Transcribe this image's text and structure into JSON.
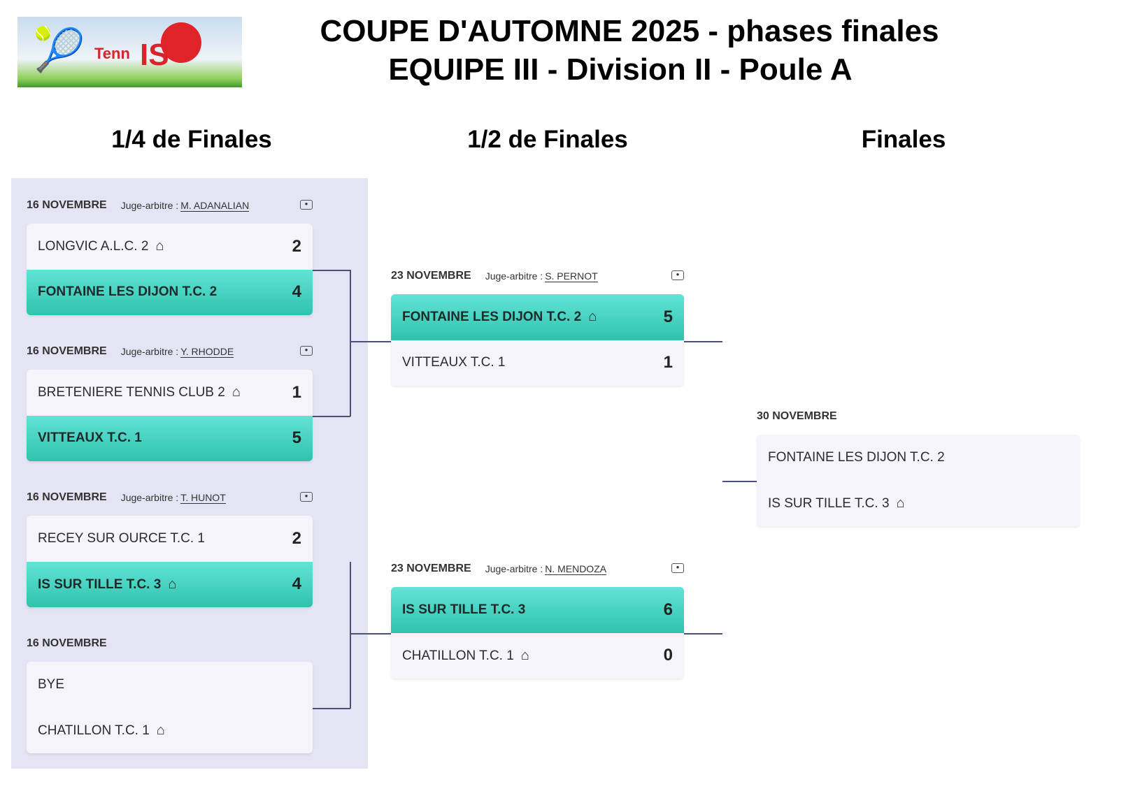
{
  "header": {
    "title_line1": "COUPE D'AUTOMNE 2025 - phases finales",
    "title_line2": "EQUIPE III - Division II - Poule A",
    "logo_text": "TennISsois club"
  },
  "rounds": [
    "1/4 de Finales",
    "1/2 de Finales",
    "Finales"
  ],
  "judge_label": "Juge-arbitre :",
  "matches": [
    {
      "date": "16 NOVEMBRE",
      "referee": "M. ADANALIAN",
      "teams": [
        {
          "name": "LONGVIC A.L.C. 2",
          "home": true,
          "score": "2",
          "winner": false
        },
        {
          "name": "FONTAINE LES DIJON T.C. 2",
          "home": false,
          "score": "4",
          "winner": true
        }
      ]
    },
    {
      "date": "16 NOVEMBRE",
      "referee": "Y. RHODDE",
      "teams": [
        {
          "name": "BRETENIERE TENNIS CLUB 2",
          "home": true,
          "score": "1",
          "winner": false
        },
        {
          "name": "VITTEAUX T.C. 1",
          "home": false,
          "score": "5",
          "winner": true
        }
      ]
    },
    {
      "date": "16 NOVEMBRE",
      "referee": "T. HUNOT",
      "teams": [
        {
          "name": "RECEY SUR OURCE T.C. 1",
          "home": false,
          "score": "2",
          "winner": false
        },
        {
          "name": "IS SUR TILLE T.C. 3",
          "home": true,
          "score": "4",
          "winner": true
        }
      ]
    },
    {
      "date": "16 NOVEMBRE",
      "referee": null,
      "teams": [
        {
          "name": "BYE",
          "home": false,
          "score": null,
          "winner": false
        },
        {
          "name": "CHATILLON T.C. 1",
          "home": true,
          "score": null,
          "winner": false
        }
      ]
    },
    {
      "date": "23 NOVEMBRE",
      "referee": "S. PERNOT",
      "teams": [
        {
          "name": "FONTAINE LES DIJON T.C. 2",
          "home": true,
          "score": "5",
          "winner": true
        },
        {
          "name": "VITTEAUX T.C. 1",
          "home": false,
          "score": "1",
          "winner": false
        }
      ]
    },
    {
      "date": "23 NOVEMBRE",
      "referee": "N. MENDOZA",
      "teams": [
        {
          "name": "IS SUR TILLE T.C. 3",
          "home": false,
          "score": "6",
          "winner": true
        },
        {
          "name": "CHATILLON T.C. 1",
          "home": true,
          "score": "0",
          "winner": false
        }
      ]
    },
    {
      "date": "30 NOVEMBRE",
      "referee": null,
      "teams": [
        {
          "name": "FONTAINE LES DIJON T.C. 2",
          "home": false,
          "score": null,
          "winner": false
        },
        {
          "name": "IS SUR TILLE T.C. 3",
          "home": true,
          "score": null,
          "winner": false
        }
      ]
    }
  ]
}
